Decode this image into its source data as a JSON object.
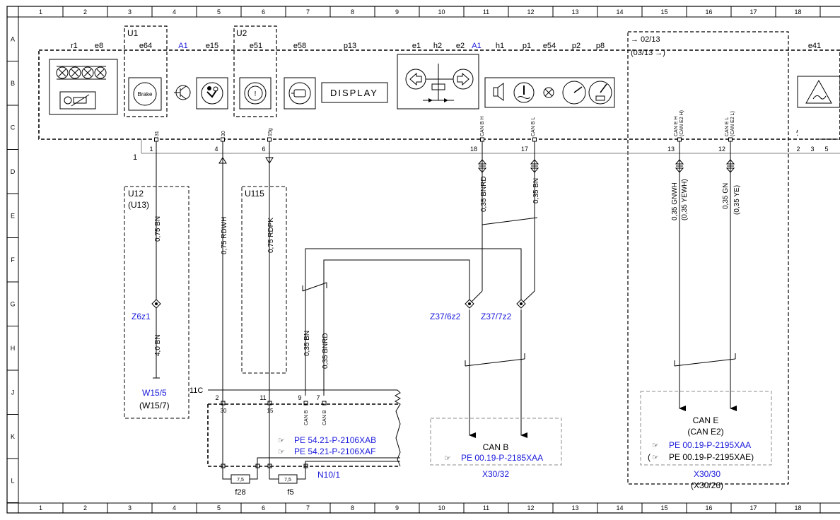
{
  "grid": {
    "columns": [
      "1",
      "2",
      "3",
      "4",
      "5",
      "6",
      "7",
      "8",
      "9",
      "10",
      "11",
      "12",
      "13",
      "14",
      "15",
      "16",
      "17",
      "18"
    ],
    "rows": [
      "A",
      "B",
      "C",
      "D",
      "E",
      "F",
      "G",
      "H",
      "J",
      "K",
      "L"
    ]
  },
  "top_components": {
    "codes": [
      "r1",
      "e8",
      "e64",
      "A1",
      "e15",
      "e51",
      "e58",
      "p13",
      "e1",
      "h2",
      "e2",
      "A1",
      "h1",
      "p1",
      "e54",
      "p2",
      "p8",
      "e41"
    ],
    "u1": "U1",
    "u2": "U2",
    "brake_label": "Brake",
    "display_label": "DISPLAY",
    "crossref_top": "→ 02/13",
    "crossref_bottom": "(03/13 →)"
  },
  "connector": {
    "label": "1",
    "pins": [
      "31",
      "30",
      "15g",
      "CAN B H",
      "CAN B L",
      "CAN E H",
      "CAN E L"
    ],
    "pin_sub": [
      "",
      "",
      "",
      "",
      "",
      "(CAN E2 H)",
      "(CAN E2 L)"
    ],
    "pin_numbers": [
      "1",
      "4",
      "6",
      "18",
      "17",
      "13",
      "12",
      "2",
      "3",
      "5"
    ]
  },
  "wires": {
    "w_075bn": "0,75 BN",
    "w_075rdwh": "0,75 RDWH",
    "w_075rdpk": "0,75 RDPK",
    "w_035bnrd": "0,35 BNRD",
    "w_035bn": "0,35 BN",
    "w_035gnwh": "0,35 GNWH",
    "w_035gnwh_alt": "(0,35 YEWH)",
    "w_035gn": "0,35 GN",
    "w_035gn_alt": "(0,35 YE)",
    "w_40bn": "4,0 BN",
    "w_035bn_low": "0,35 BN",
    "w_035bnrd_low": "0,35 BNRD"
  },
  "boxes": {
    "u12": "U12",
    "u13": "(U13)",
    "u115": "U115"
  },
  "nodes": {
    "z6z1": "Z6z1",
    "w15_5": "W15/5",
    "w15_7": "(W15/7)",
    "z37_6z2": "Z37/6z2",
    "z37_7z2": "Z37/7z2"
  },
  "n10": {
    "connector_label": "11C",
    "pin_numbers": [
      "2",
      "11",
      "9",
      "7"
    ],
    "pin_names": [
      "30",
      "15",
      "CAN B",
      "CAN B"
    ],
    "ref1": "PE 54.21-P-2106XAB",
    "ref2": "PE 54.21-P-2106XAF",
    "name": "N10/1",
    "fuse_value": "7,5",
    "fuse1": "f28",
    "fuse2": "f5"
  },
  "can_b": {
    "title": "CAN B",
    "ref": "PE 00.19-P-2185XAA",
    "connector": "X30/32"
  },
  "can_e": {
    "title": "CAN E",
    "subtitle": "(CAN E2)",
    "ref1": "PE 00.19-P-2195XAA",
    "ref2_open": "(",
    "ref2": "PE 00.19-P-2195XAE)",
    "connector": "X30/30",
    "connector_alt": "(X30/26)"
  },
  "colors": {
    "line": "#000000",
    "link": "#1a1adb",
    "dashed_gray": "#8c8c8c"
  }
}
